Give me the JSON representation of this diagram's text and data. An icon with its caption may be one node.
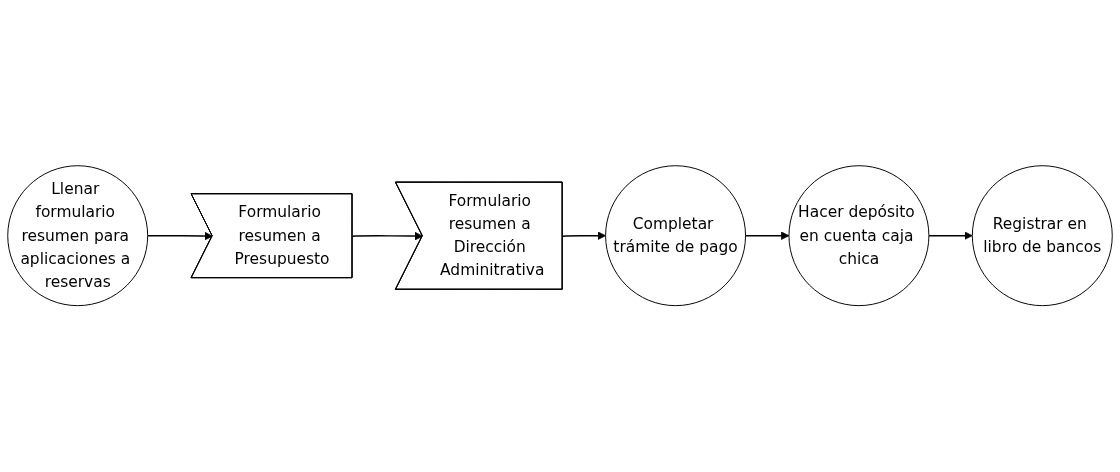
{
  "diagram": {
    "nodes": [
      {
        "text": [
          "Llenar formulario resumen para aplicaciones a reservas"
        ]
      },
      {
        "text": [
          "Formulario resumen a Presupuesto"
        ]
      },
      {
        "text": [
          "Formulario resumen a Dirección Adminitrativa"
        ]
      },
      {
        "text": [
          "Completar trámite de pago"
        ]
      },
      {
        "text": [
          "Hacer depósito en cuenta caja chica"
        ]
      },
      {
        "text": [
          "Registrar en libro de bancos"
        ]
      }
    ],
    "edges": [
      {
        "from": 0,
        "to": 1,
        "arrow": "to"
      },
      {
        "from": 1,
        "to": 2,
        "arrow": "to"
      },
      {
        "from": 2,
        "to": 3,
        "arrow": "to"
      },
      {
        "from": 3,
        "to": 4,
        "arrow": "to"
      },
      {
        "from": 4,
        "to": 5,
        "arrow": "to"
      }
    ]
  }
}
